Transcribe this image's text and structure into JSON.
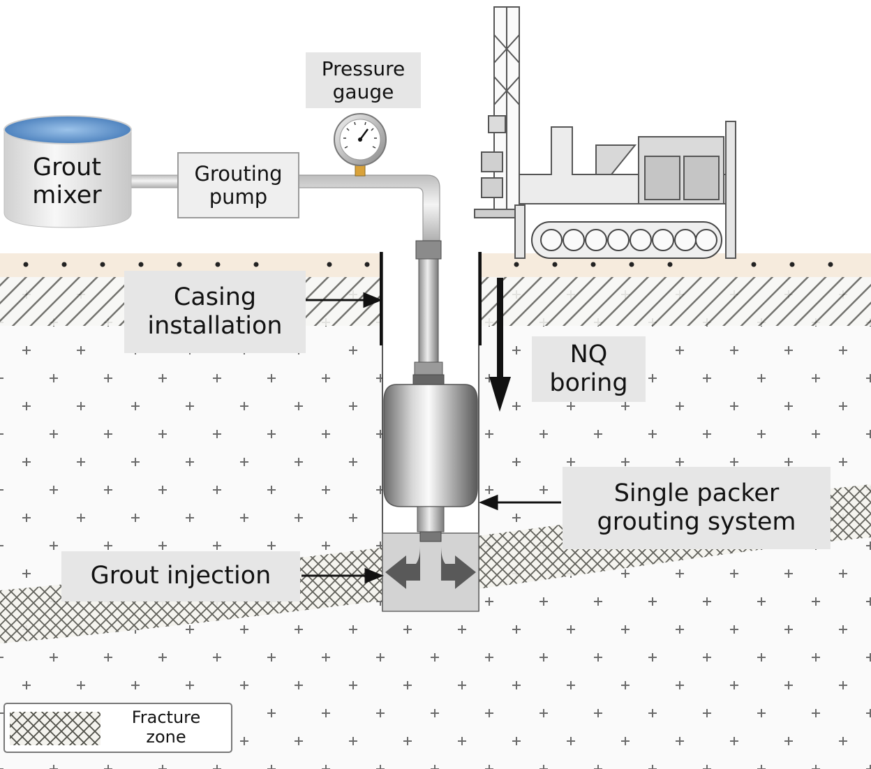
{
  "labels": {
    "grout_mixer": [
      "Grout",
      "mixer"
    ],
    "grouting_pump": [
      "Grouting",
      "pump"
    ],
    "pressure_gauge": [
      "Pressure",
      "gauge"
    ],
    "casing_installation": [
      "Casing",
      "installation"
    ],
    "nq_boring": [
      "NQ",
      "boring"
    ],
    "single_packer": [
      "Single packer",
      "grouting system"
    ],
    "grout_injection": "Grout injection"
  },
  "legend": {
    "fracture_zone": [
      "Fracture",
      "zone"
    ]
  },
  "colors": {
    "label_background": "#e6e6e6",
    "topsoil": "#f6ebdd",
    "rock_background": "#fafafa",
    "hatch": "#5a5a55",
    "water": "#4f86c6",
    "arrow": "#111111"
  },
  "icons": {
    "gauge": "pressure-gauge-icon",
    "drill_rig": "drill-rig-icon",
    "packer": "packer-icon"
  }
}
